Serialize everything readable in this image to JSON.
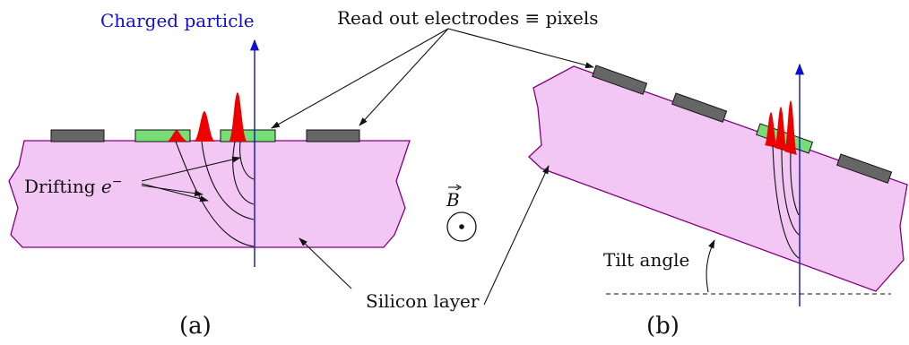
{
  "labels": {
    "charged_particle": "Charged particle",
    "readout": "Read out electrodes ≡ pixels",
    "drifting_prefix": "Drifting ",
    "drifting_symbol": "e",
    "drifting_sup": "−",
    "b_field": "B",
    "silicon_layer": "Silicon layer",
    "tilt_angle": "Tilt angle",
    "panel_a": "(a)",
    "panel_b": "(b)"
  },
  "colors": {
    "silicon": "#f3c7f3",
    "silicon_stroke": "#800080",
    "electrode": "#666666",
    "active_pixel": "#77dd77",
    "pulse": "#ee0000",
    "particle": "#1010c8",
    "outline": "#111111"
  }
}
